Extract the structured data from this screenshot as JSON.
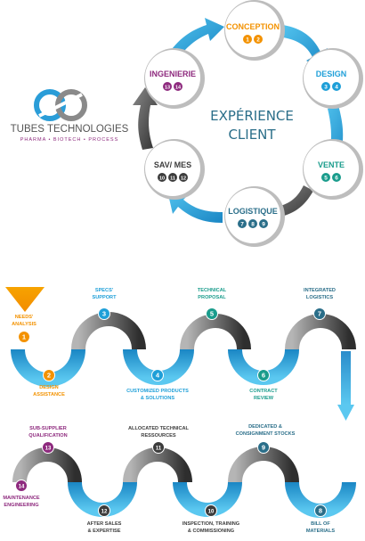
{
  "brand": {
    "name": "TUBES TECHNOLOGIES",
    "tagline": "PHARMA • BIOTECH • PROCESS"
  },
  "cycle": {
    "center_line1": "EXPÉRIENCE",
    "center_line2": "CLIENT",
    "nodes": [
      {
        "label": "CONCEPTION",
        "color": "#F39200",
        "badges": [
          "1",
          "2"
        ]
      },
      {
        "label": "DESIGN",
        "color": "#1E9FD8",
        "badges": [
          "3",
          "4"
        ]
      },
      {
        "label": "VENTE",
        "color": "#1A9C8C",
        "badges": [
          "5",
          "6"
        ]
      },
      {
        "label": "LOGISTIQUE",
        "color": "#2A6E89",
        "badges": [
          "7",
          "8",
          "9"
        ]
      },
      {
        "label": "SAV/ MES",
        "color": "#3C3C3C",
        "badges": [
          "10",
          "11",
          "12"
        ]
      },
      {
        "label": "INGENIERIE",
        "color": "#8E2A7E",
        "badges": [
          "13",
          "14"
        ]
      }
    ]
  },
  "process": {
    "steps": [
      {
        "num": "1",
        "color": "#F39200",
        "label": [
          "NEEDS'",
          "ANALYSIS"
        ]
      },
      {
        "num": "2",
        "color": "#F39200",
        "label": [
          "DESIGN",
          "ASSISTANCE"
        ]
      },
      {
        "num": "3",
        "color": "#1E9FD8",
        "label": [
          "SPECS'",
          "SUPPORT"
        ]
      },
      {
        "num": "4",
        "color": "#1E9FD8",
        "label": [
          "CUSTOMIZED PRODUCTS",
          "& SOLUTIONS"
        ]
      },
      {
        "num": "5",
        "color": "#1A9C8C",
        "label": [
          "TECHNICAL",
          "PROPOSAL"
        ]
      },
      {
        "num": "6",
        "color": "#1A9C8C",
        "label": [
          "CONTRACT",
          "REVIEW"
        ]
      },
      {
        "num": "7",
        "color": "#2A6E89",
        "label": [
          "INTEGRATED",
          "LOGISTICS"
        ]
      },
      {
        "num": "8",
        "color": "#2A6E89",
        "label": [
          "BILL OF",
          "MATERIALS"
        ]
      },
      {
        "num": "9",
        "color": "#2A6E89",
        "label": [
          "DEDICATED &",
          "CONSIGNMENT STOCKS"
        ]
      },
      {
        "num": "10",
        "color": "#3C3C3C",
        "label": [
          "INSPECTION, TRAINING",
          "& COMMISSIONING"
        ]
      },
      {
        "num": "11",
        "color": "#3C3C3C",
        "label": [
          "ALLOCATED TECHNICAL",
          "RESSOURCES"
        ]
      },
      {
        "num": "12",
        "color": "#3C3C3C",
        "label": [
          "AFTER SALES",
          "& EXPERTISE"
        ]
      },
      {
        "num": "13",
        "color": "#8E2A7E",
        "label": [
          "SUB-SUPPLIER",
          "QUALIFICATION"
        ]
      },
      {
        "num": "14",
        "color": "#8E2A7E",
        "label": [
          "MAINTENANCE",
          "ENGINEERING"
        ]
      }
    ]
  }
}
